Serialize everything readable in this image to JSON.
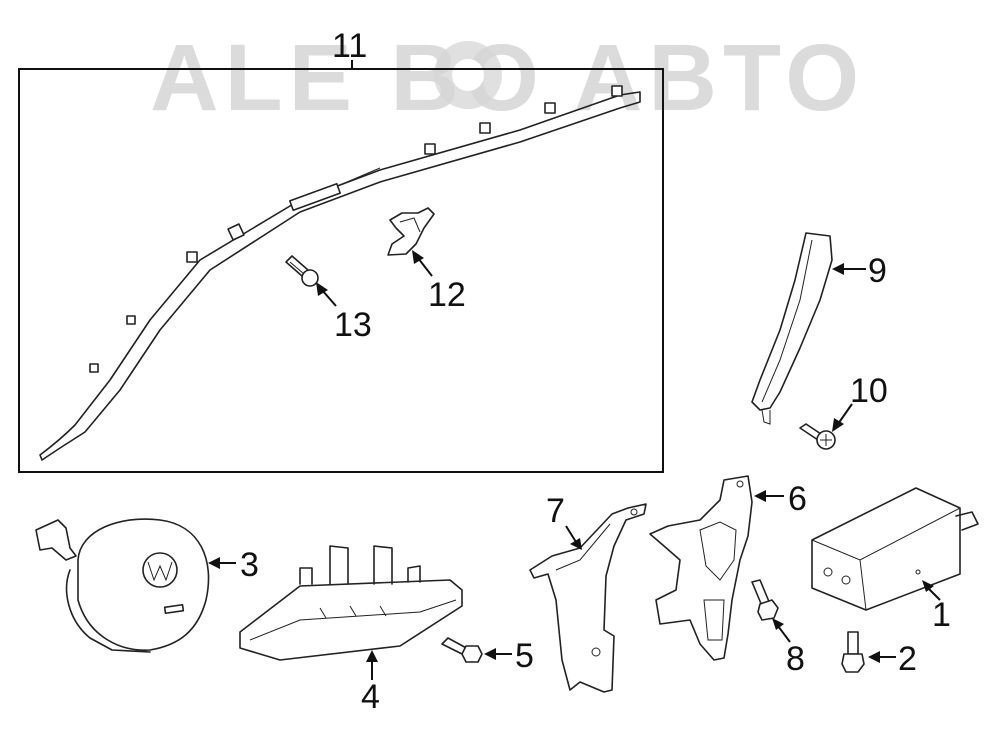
{
  "watermark": {
    "text": "ALE BO ABTO",
    "color": "#cfcfcf"
  },
  "callouts": [
    "1",
    "2",
    "3",
    "4",
    "5",
    "6",
    "7",
    "8",
    "9",
    "10",
    "11",
    "12",
    "13"
  ],
  "colors": {
    "line": "#222222",
    "background": "#ffffff"
  },
  "icons": [
    "gear-icon",
    "vw-logo-icon"
  ]
}
